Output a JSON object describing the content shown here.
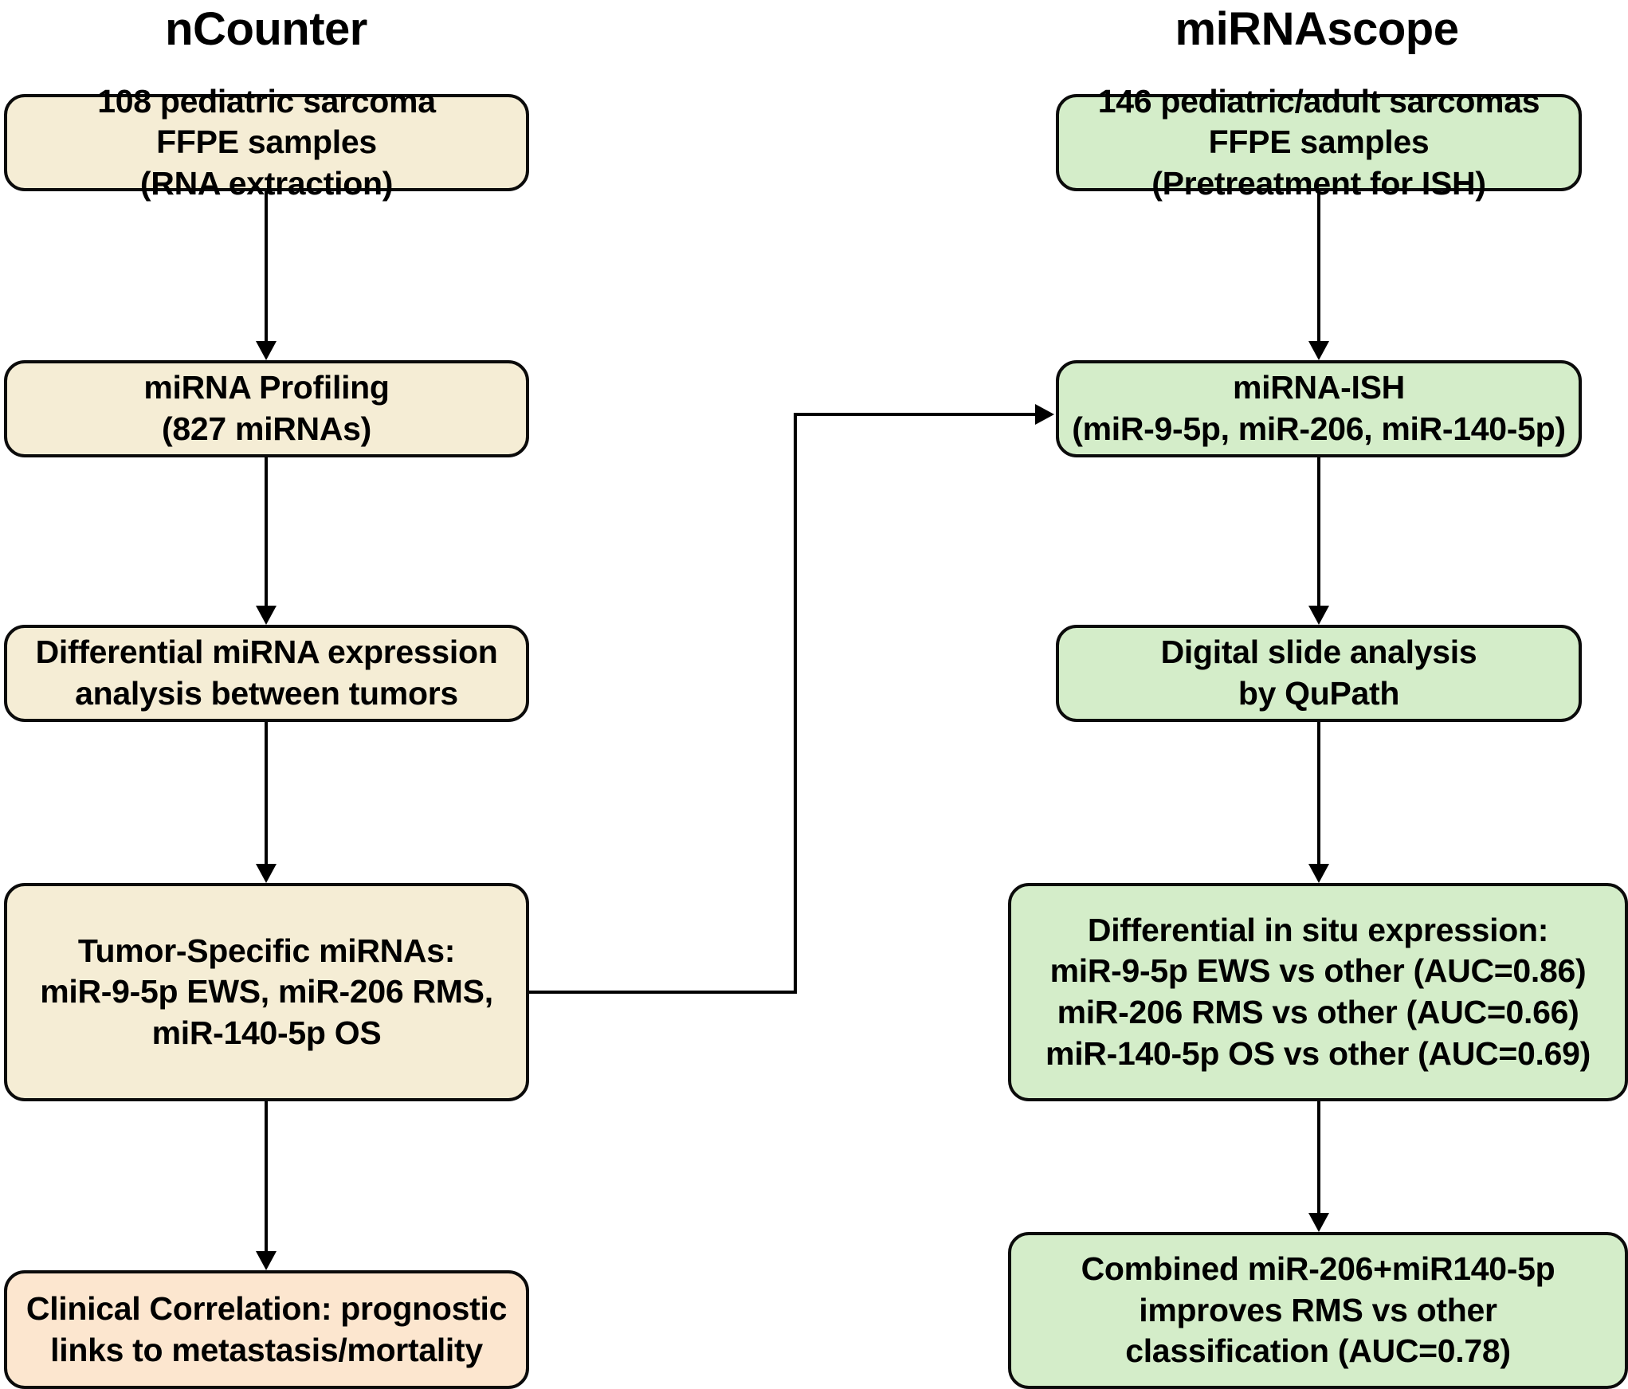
{
  "columns": {
    "left": {
      "title": "nCounter"
    },
    "right": {
      "title": "miRNAscope"
    }
  },
  "nodes": {
    "left": [
      {
        "id": "samples",
        "text": "108 pediatric sarcoma\nFFPE samples\n(RNA extraction)",
        "fill": "#F5EDD5"
      },
      {
        "id": "profiling",
        "text": "miRNA Profiling\n(827 miRNAs)",
        "fill": "#F5EDD5"
      },
      {
        "id": "diff-expression",
        "text": "Differential miRNA expression\nanalysis between tumors",
        "fill": "#F5EDD5"
      },
      {
        "id": "tumor-specific",
        "text": "Tumor-Specific miRNAs:\nmiR-9-5p EWS, miR-206 RMS,\nmiR-140-5p OS",
        "fill": "#F5EDD5"
      },
      {
        "id": "clinical-correlation",
        "text": "Clinical Correlation: prognostic\nlinks to metastasis/mortality",
        "fill": "#FCE6CF"
      }
    ],
    "right": [
      {
        "id": "samples",
        "text": "146 pediatric/adult sarcomas\nFFPE samples\n(Pretreatment for ISH)",
        "fill": "#D4EDC9"
      },
      {
        "id": "mirna-ish",
        "text": "miRNA-ISH\n(miR-9-5p, miR-206, miR-140-5p)",
        "fill": "#D4EDC9"
      },
      {
        "id": "digital-slide",
        "text": "Digital slide analysis\nby QuPath",
        "fill": "#D4EDC9"
      },
      {
        "id": "in-situ-expression",
        "text": "Differential in situ expression:\nmiR-9-5p EWS vs other (AUC=0.86)\nmiR-206 RMS vs other (AUC=0.66)\nmiR-140-5p OS vs other (AUC=0.69)",
        "fill": "#D4EDC9"
      },
      {
        "id": "combined-classification",
        "text": "Combined miR-206+miR140-5p\nimproves RMS vs other\nclassification (AUC=0.78)",
        "fill": "#D4EDC9"
      }
    ]
  },
  "connectors": {
    "left_vertical_count": 4,
    "right_vertical_count": 4,
    "cross_link": "tumor-specific -> miRNA-ISH"
  },
  "palette": {
    "cream": "#F5EDD5",
    "green": "#D4EDC9",
    "peach": "#FCE6CF",
    "stroke": "#000000",
    "background": "#FFFFFF"
  }
}
